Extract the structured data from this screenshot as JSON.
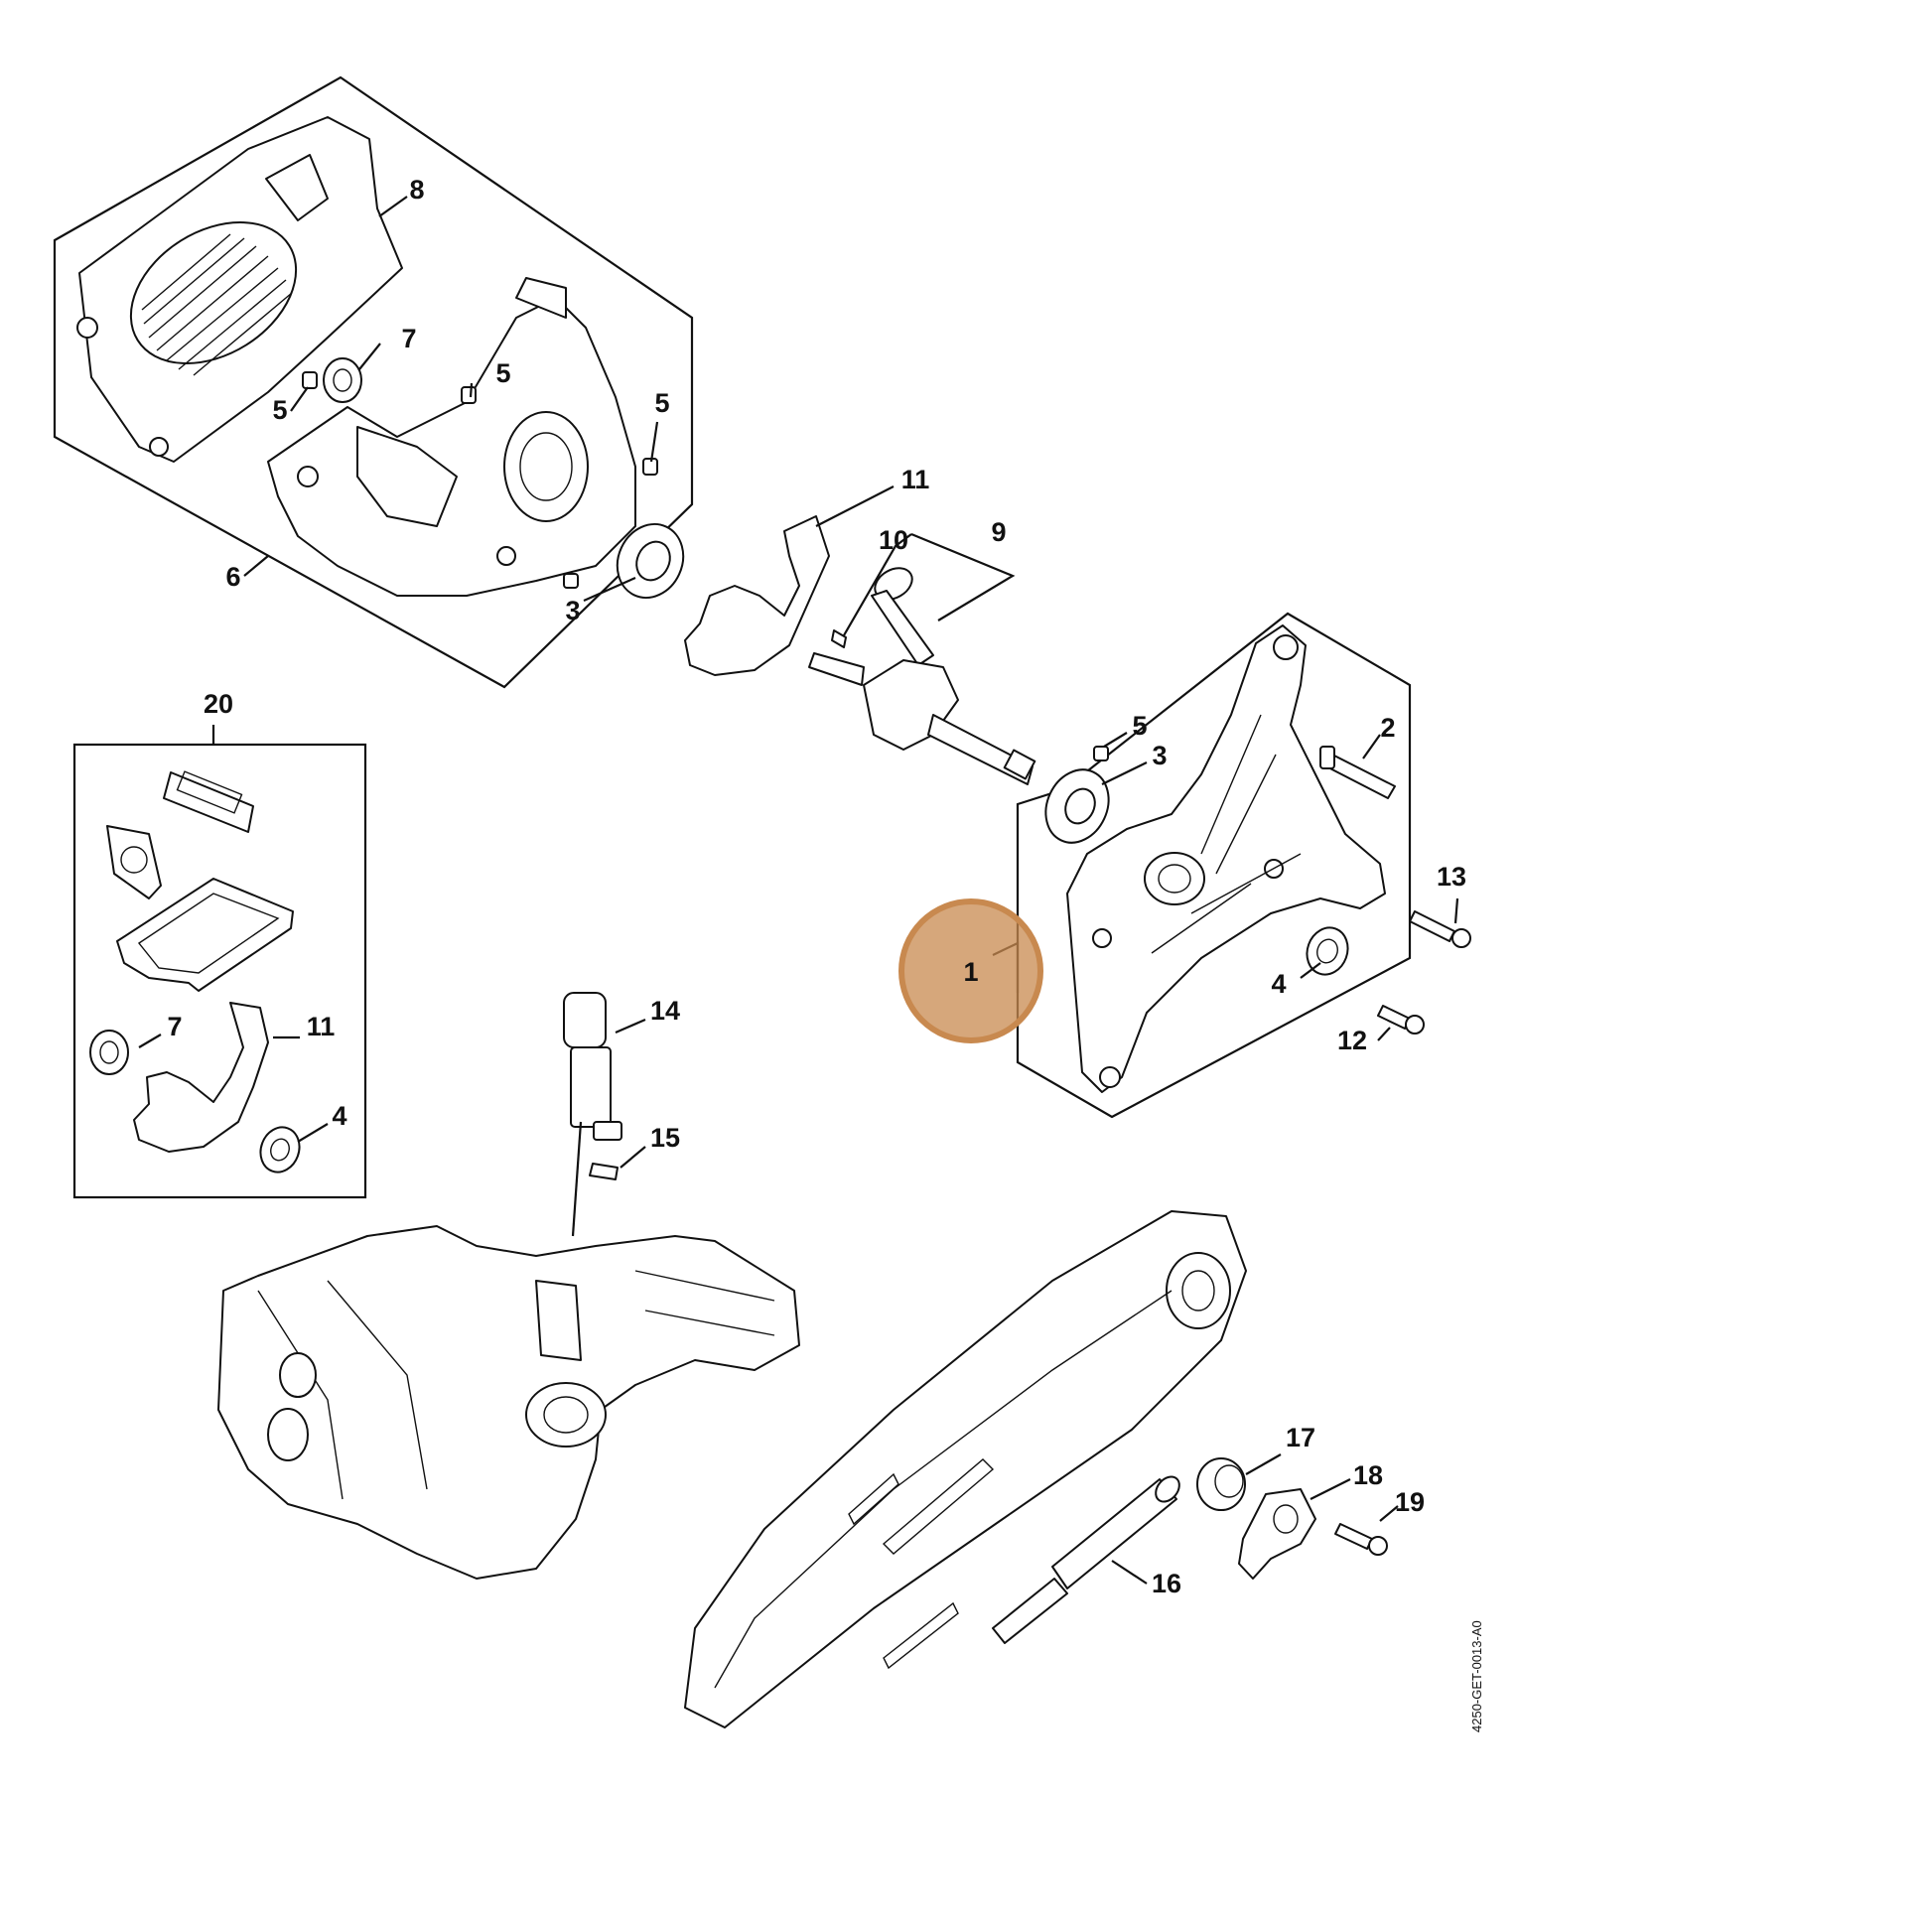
{
  "diagram": {
    "drawing_code": "4250-GET-0013-A0",
    "highlight_color": "#c8894f",
    "highlighted_callout": "1",
    "callouts": [
      {
        "id": "c1",
        "text": "1"
      },
      {
        "id": "c2",
        "text": "2"
      },
      {
        "id": "c3a",
        "text": "3"
      },
      {
        "id": "c3b",
        "text": "3"
      },
      {
        "id": "c4a",
        "text": "4"
      },
      {
        "id": "c4b",
        "text": "4"
      },
      {
        "id": "c5a",
        "text": "5"
      },
      {
        "id": "c5b",
        "text": "5"
      },
      {
        "id": "c5c",
        "text": "5"
      },
      {
        "id": "c5d",
        "text": "5"
      },
      {
        "id": "c6",
        "text": "6"
      },
      {
        "id": "c7a",
        "text": "7"
      },
      {
        "id": "c7b",
        "text": "7"
      },
      {
        "id": "c8",
        "text": "8"
      },
      {
        "id": "c9",
        "text": "9"
      },
      {
        "id": "c10",
        "text": "10"
      },
      {
        "id": "c11a",
        "text": "11"
      },
      {
        "id": "c11b",
        "text": "11"
      },
      {
        "id": "c12",
        "text": "12"
      },
      {
        "id": "c13",
        "text": "13"
      },
      {
        "id": "c14",
        "text": "14"
      },
      {
        "id": "c15",
        "text": "15"
      },
      {
        "id": "c16",
        "text": "16"
      },
      {
        "id": "c17",
        "text": "17"
      },
      {
        "id": "c18",
        "text": "18"
      },
      {
        "id": "c19",
        "text": "19"
      },
      {
        "id": "c20",
        "text": "20"
      }
    ]
  }
}
